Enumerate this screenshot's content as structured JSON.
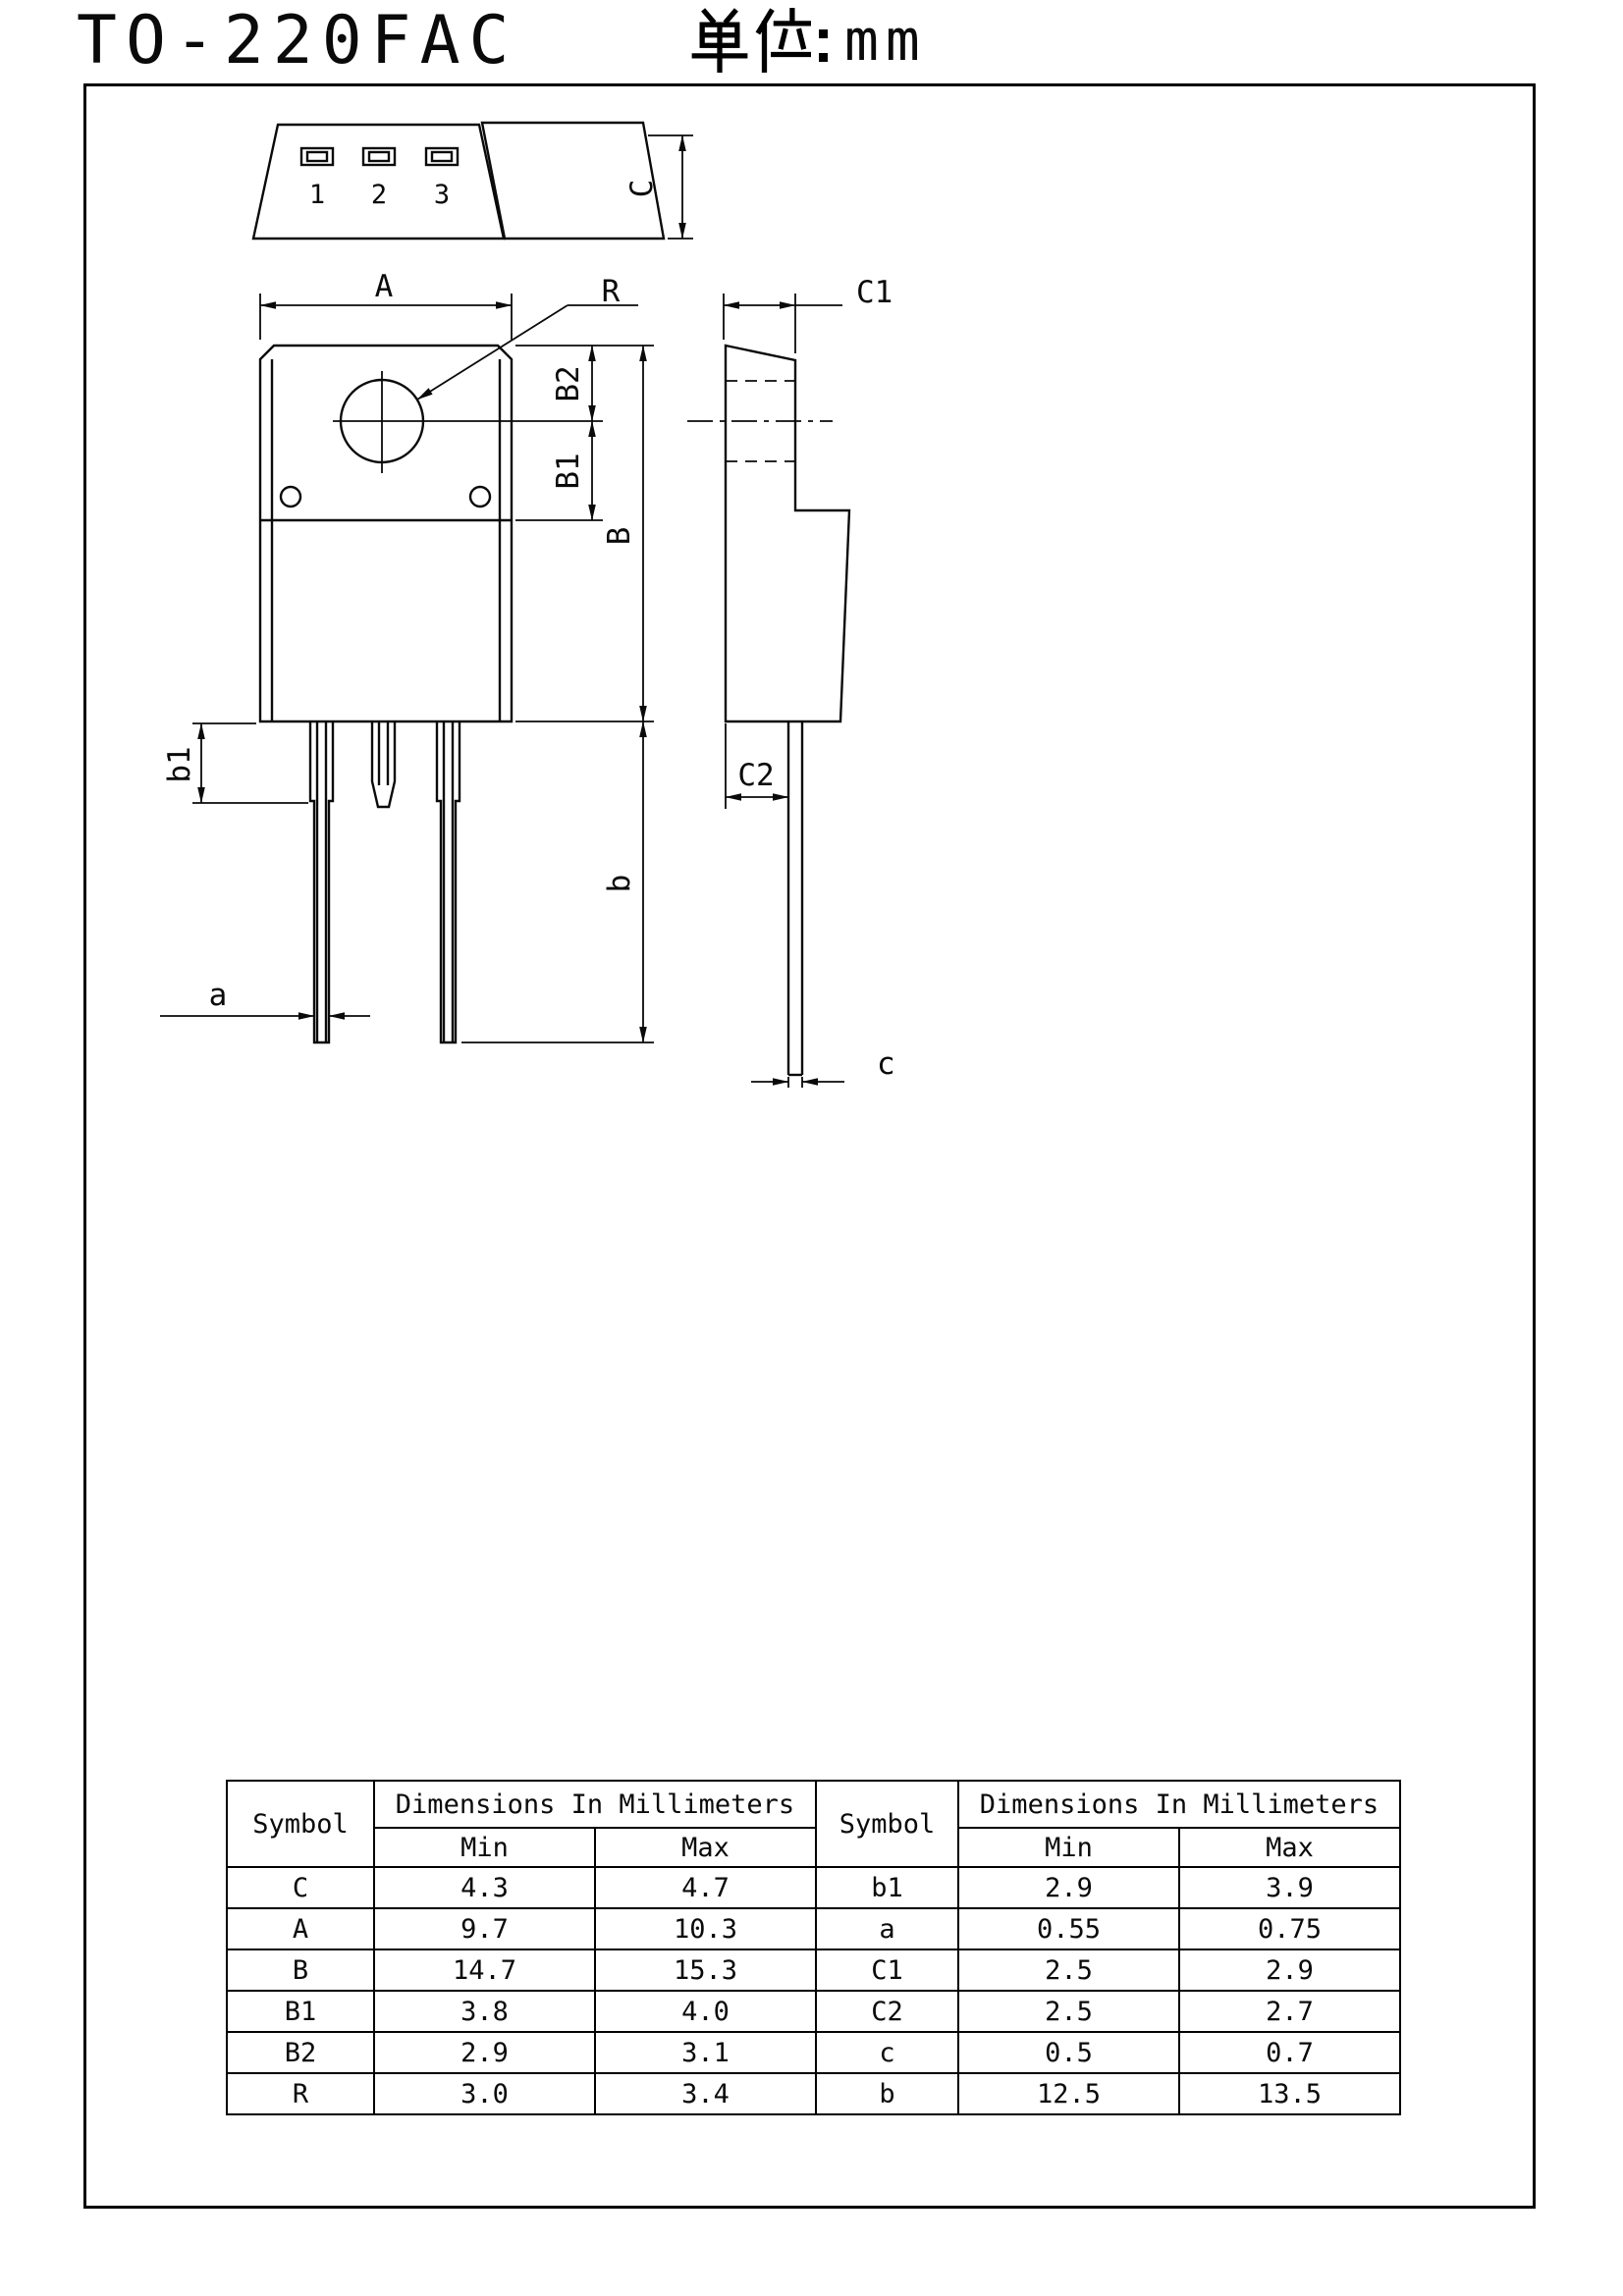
{
  "page": {
    "title": "TO-220FAC",
    "unit_label": "单位：mm",
    "unit_value": "mm"
  },
  "diagram": {
    "pin_labels": [
      "1",
      "2",
      "3"
    ],
    "dims": {
      "A": "A",
      "R": "R",
      "C": "C",
      "C1": "C1",
      "C2": "C2",
      "c": "c",
      "B": "B",
      "B1": "B1",
      "B2": "B2",
      "b": "b",
      "b1": "b1",
      "a": "a"
    }
  },
  "table": {
    "header": {
      "symbol": "Symbol",
      "dimensions": "Dimensions In Millimeters",
      "min": "Min",
      "max": "Max"
    },
    "left_rows": [
      {
        "symbol": "C",
        "min": "4.3",
        "max": "4.7"
      },
      {
        "symbol": "A",
        "min": "9.7",
        "max": "10.3"
      },
      {
        "symbol": "B",
        "min": "14.7",
        "max": "15.3"
      },
      {
        "symbol": "B1",
        "min": "3.8",
        "max": "4.0"
      },
      {
        "symbol": "B2",
        "min": "2.9",
        "max": "3.1"
      },
      {
        "symbol": "R",
        "min": "3.0",
        "max": "3.4"
      }
    ],
    "right_rows": [
      {
        "symbol": "b1",
        "min": "2.9",
        "max": "3.9"
      },
      {
        "symbol": "a",
        "min": "0.55",
        "max": "0.75"
      },
      {
        "symbol": "C1",
        "min": "2.5",
        "max": "2.9"
      },
      {
        "symbol": "C2",
        "min": "2.5",
        "max": "2.7"
      },
      {
        "symbol": "c",
        "min": "0.5",
        "max": "0.7"
      },
      {
        "symbol": "b",
        "min": "12.5",
        "max": "13.5"
      }
    ]
  }
}
